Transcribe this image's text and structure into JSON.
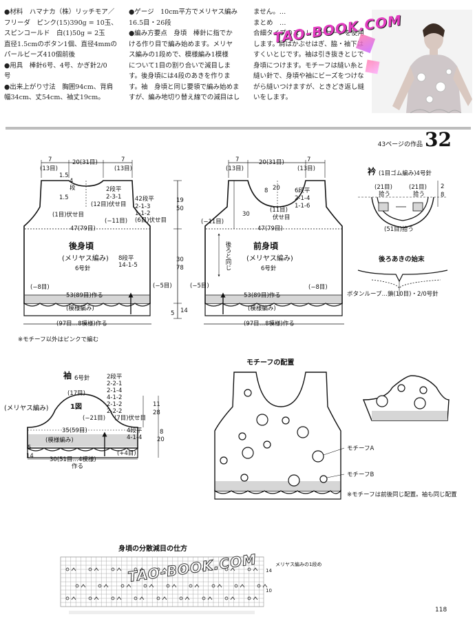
{
  "text": {
    "col1": [
      "●材料　ハマナカ（株）リッチモア／",
      "フリーダ　ピンク(15)390g = 10玉、",
      "スピンコールド　白(1)50g = 2玉",
      "直径1.5cmのボタン1個、直径4mmの",
      "パールビーズ410個前後",
      "●用具　棒針6号、4号、かぎ針2/0",
      "号",
      "●出来上がり寸法　胸囲94cm、背肩",
      "幅34cm、丈54cm、袖丈19cm。"
    ],
    "col2": [
      "●ゲージ　10cm平方でメリヤス編み",
      "16.5目・26段",
      "●編み方要点　身頃　棒針に指でか",
      "ける作り目で編み始めます。メリヤ",
      "ス編みの1段めで、模様編み1模様",
      "について1目の割り合いで減目しま",
      "す。後身頃には4段のあきを作りま",
      "す。袖　身頃と同じ要領で編み始めま",
      "すが、編み地切り替え線での減目はし"
    ],
    "col3": [
      "ません。…",
      "まとめ　…",
      "合細タイプのストレートヤーンを使用",
      "します。肩はかぶせはぎ、脇・袖下は",
      "すくいとじです。袖は引き抜きとじで",
      "身頃につけます。モチーフは縫い糸と",
      "縫い針で、身頃や袖にビーズをつけな",
      "がら縫いつけますが、ときどき返し縫",
      "いをします。"
    ],
    "page_number": "32",
    "page_ref": "43ページの作品",
    "footer_page": "118",
    "watermark": "TAO-BOOK.COM"
  },
  "back": {
    "title": "後身頃",
    "sub": "(メリヤス編み)",
    "needle": "6号針",
    "top_left_7": "7",
    "top_left_13": "(13目)",
    "top_mid": "20(31目)",
    "top_right_7": "7",
    "top_right_13": "(13目)",
    "d15a": "1.5",
    "d4": "4",
    "dan": "段",
    "d15b": "1.5",
    "fuse1": "(1目)伏せ目",
    "decA": [
      "2段平",
      "2-3-1",
      "(12目)伏せ目"
    ],
    "decB": [
      "42段平",
      "2-1-3",
      "1-1-2",
      "(6目)伏せ目"
    ],
    "m11": "(−11目)",
    "w47": "47(79目)",
    "incC": [
      "8段平",
      "14-1-5"
    ],
    "m8": "(−8目)",
    "m5": "(−5目)",
    "w53": "53(89目)作る",
    "pattern": "(模様編み)",
    "bottom": "(97目…8模様)作る",
    "h19": "19",
    "h50": "50",
    "h30": "30",
    "h78": "78",
    "h5": "5",
    "h14": "14",
    "note": "※モチーフ以外はピンクで編む"
  },
  "front": {
    "title": "前身頃",
    "sub": "(メリヤス編み)",
    "needle": "6号針",
    "top_left_7": "7",
    "top_left_13": "(13目)",
    "top_mid": "20(31目)",
    "top_right_7": "7",
    "top_right_13": "(13目)",
    "d8": "8",
    "d20": "20",
    "decA": [
      "6段平",
      "2-1-4",
      "1-1-6",
      "(11目)"
    ],
    "fuse": "伏せ目",
    "d30": "30",
    "m11": "(−11目)",
    "w47": "47(79目)",
    "same": "後ろと同じ",
    "m5a": "(−5目)",
    "m8": "(−8目)",
    "w53": "53(89目)作る",
    "pattern": "(模様編み)",
    "bottom": "(97目…8模様)作る"
  },
  "collar": {
    "title": "衿",
    "sub": "(1目ゴム編み)4号針",
    "left": "(21目)",
    "left2": "拾う",
    "right": "(21目)",
    "right2": "拾う",
    "d2": "2",
    "d8": "8",
    "center": "(51目)拾う"
  },
  "back_opening": {
    "title": "後ろあきの始末",
    "note": "ボタンループ…鎖(10目)・2/0号針"
  },
  "sleeve": {
    "title": "袖",
    "needle": "6号針",
    "steps": [
      "2段平",
      "2-2-1",
      "2-1-4",
      "4-1-2",
      "2-1-2",
      "2-2-2"
    ],
    "top17": "(17目)",
    "fig1": "1図",
    "stockinette": "(メリヤス編み)",
    "m21": "(−21目)",
    "fuse": "(7目)伏せ目",
    "h11": "11",
    "h28": "28",
    "w35": "35(59目)",
    "incD": [
      "4段平",
      "4-1-4"
    ],
    "h8": "8",
    "h20": "20",
    "pattern": "(模様編み)",
    "p4": "(+4目)",
    "h5": "5",
    "h14": "14",
    "bottom": "30(51目…4模様)",
    "bottom2": "作る"
  },
  "motif": {
    "title": "モチーフの配置",
    "labelA": "モチーフA",
    "labelB": "モチーフB",
    "note": "※モチーフは前後同じ配置。袖も同じ配置"
  },
  "chart": {
    "title": "身頃の分散減目の仕方",
    "row14": "14",
    "row10": "10",
    "row_note": "メリヤス編みの1段め"
  },
  "colors": {
    "accent_rule": "#bdbdbd",
    "pattern_band": "#d6d6d6",
    "ink": "#111111"
  }
}
